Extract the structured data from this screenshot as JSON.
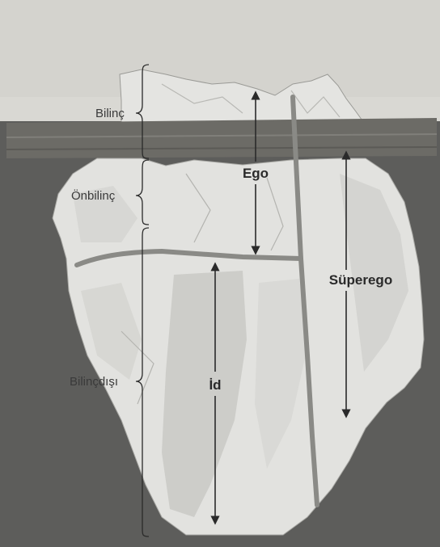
{
  "regions": {
    "conscious": "Bilinç",
    "preconscious": "Önbilinç",
    "unconscious": "Bilinçdışı"
  },
  "structures": {
    "ego": "Ego",
    "superego": "Süperego",
    "id": "İd"
  },
  "colors": {
    "paper": "#d9d8d3",
    "water": "#5d5d5b",
    "sea_band": "#6a6a66",
    "ice": "#e2e2df",
    "ice_shadow": "#c2c2be",
    "divider_line": "#8a8a86",
    "ink": "#2a2a2a"
  }
}
